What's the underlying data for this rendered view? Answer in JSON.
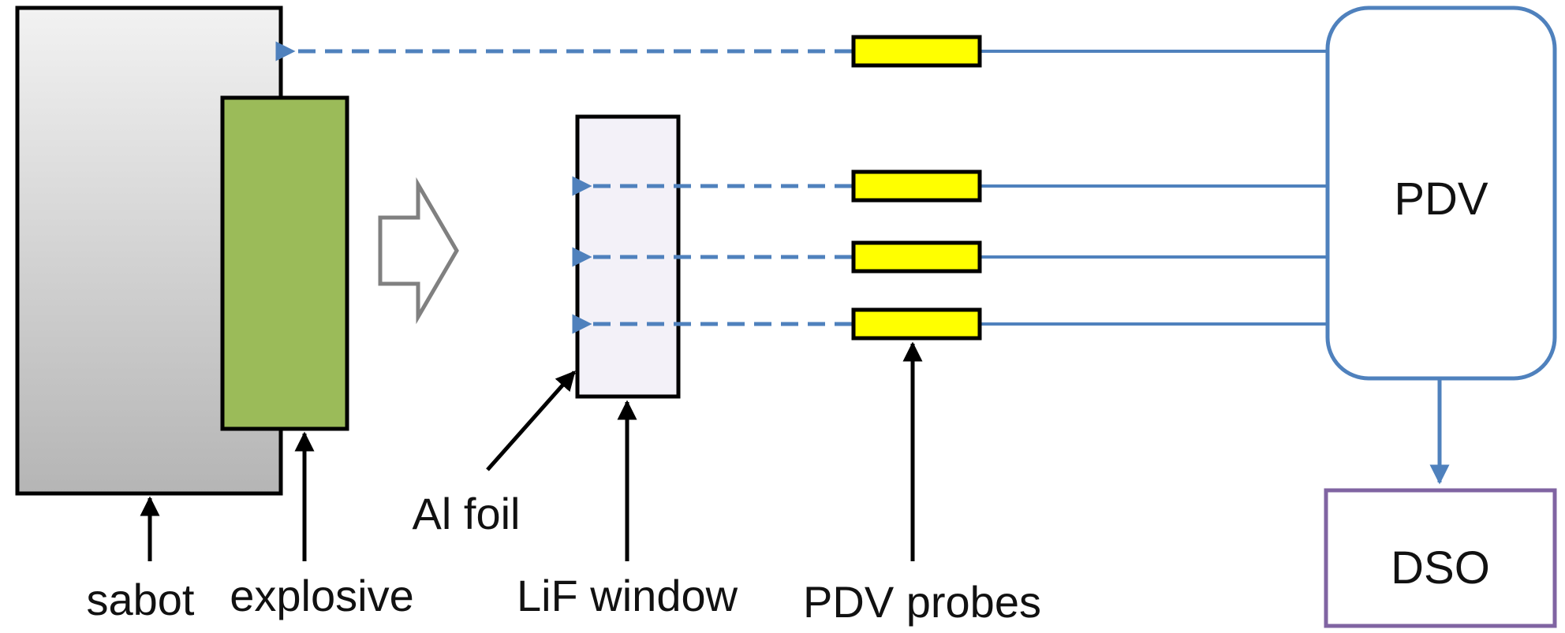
{
  "labels": {
    "sabot": "sabot",
    "explosive": "explosive",
    "al_foil": "Al foil",
    "lif_window": "LiF window",
    "pdv_probes": "PDV probes",
    "pdv": "PDV",
    "dso": "DSO"
  },
  "colors": {
    "line_blue": "#4f81bd",
    "explosive_green": "#9bbb59",
    "probe_yellow": "#ffff00",
    "dso_border": "#8064a2",
    "window_fill": "#f3f1f8",
    "arrow_outline": "#808080"
  }
}
